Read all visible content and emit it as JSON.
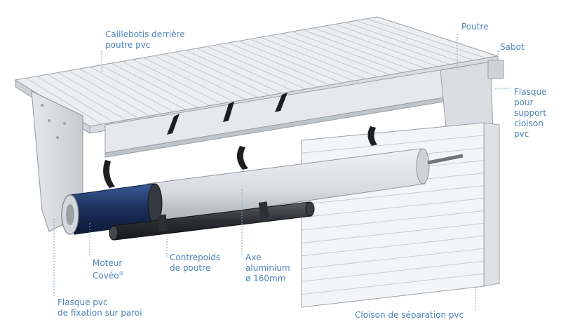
{
  "labels": {
    "caillebotis": "Caillebotis derrière\npoutre pvc",
    "poutre": "Poutre",
    "sabot": "Sabot",
    "flasque_support": "Flasque\npour\nsupport\ncloison\npvc",
    "moteur_line1": "Moteur",
    "moteur_line2": "Covéo",
    "moteur_mark": "®",
    "contrepoids": "Contrepoids\nde poutre",
    "axe": "Axe\naluminium\nø 160mm",
    "flasque_fixation": "Flasque pvc\nde fixation sur paroi",
    "cloison": "Cloison de séparation pvc"
  },
  "colors": {
    "label": "#4a83b6",
    "leader": "#7aa8cf",
    "frame": "#e4e7ea",
    "shade": "#c9cdd1",
    "edge": "#9aa0a6",
    "motor": "#1b2f5c",
    "pipe": "#2c2f33",
    "tube": "#dcdfe3"
  }
}
